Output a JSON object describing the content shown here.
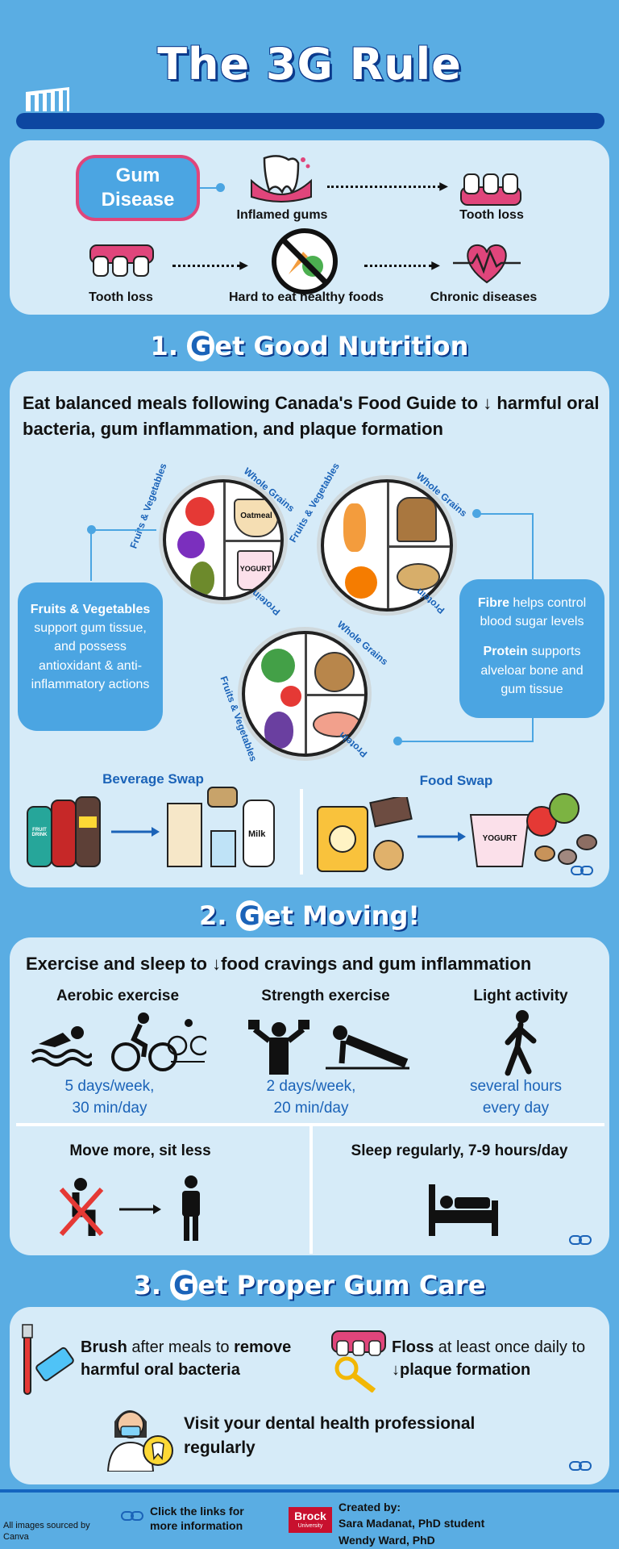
{
  "title": "The 3G Rule",
  "gum_section": {
    "gum_disease_label": "Gum Disease",
    "inflamed_gums": "Inflamed gums",
    "tooth_loss_top": "Tooth loss",
    "tooth_loss_bottom": "Tooth loss",
    "hard_to_eat": "Hard to eat healthy foods",
    "chronic_diseases": "Chronic diseases"
  },
  "nutrition": {
    "heading_num": "1.",
    "heading_g": "G",
    "heading_rest": "et Good Nutrition",
    "intro": "Eat balanced meals following Canada's Food Guide to ↓ harmful oral bacteria, gum inflammation, and plaque formation",
    "plate_labels": {
      "fruits_veg": "Fruits & Vegetables",
      "whole_grains": "Whole Grains",
      "protein": "Protein",
      "oatmeal": "Oatmeal",
      "yogurt": "YOGURT"
    },
    "callout_left_bold": "Fruits & Vegetables",
    "callout_left_rest": "support gum tissue, and possess antioxidant & anti-inflammatory actions",
    "callout_right_fibre_bold": "Fibre",
    "callout_right_fibre_rest": "helps control blood sugar levels",
    "callout_right_protein_bold": "Protein",
    "callout_right_protein_rest": "supports alveloar bone and gum tissue",
    "beverage_swap": "Beverage Swap",
    "food_swap": "Food Swap",
    "milk_label": "Milk",
    "fruit_drink_label": "FRUIT DRINK",
    "yogurt_label": "YOGURT"
  },
  "moving": {
    "heading_num": "2.",
    "heading_g": "G",
    "heading_rest": "et Moving!",
    "intro": "Exercise and sleep to ↓food cravings and gum inflammation",
    "aerobic_title": "Aerobic exercise",
    "aerobic_freq1": "5 days/week,",
    "aerobic_freq2": "30 min/day",
    "strength_title": "Strength exercise",
    "strength_freq1": "2 days/week,",
    "strength_freq2": "20 min/day",
    "light_title": "Light activity",
    "light_freq1": "several hours",
    "light_freq2": "every day",
    "move_more": "Move more, sit less",
    "sleep": "Sleep regularly, 7-9 hours/day"
  },
  "gum_care": {
    "heading_num": "3.",
    "heading_g": "G",
    "heading_rest": "et Proper Gum Care",
    "brush_b1": "Brush",
    "brush_t1": " after meals to ",
    "brush_b2": "remove harmful oral bacteria",
    "floss_b1": "Floss",
    "floss_t1": " at least once daily to ",
    "floss_b2": "↓plaque formation",
    "visit": "Visit your dental health professional regularly"
  },
  "footer": {
    "sourced": "All images sourced by Canva",
    "click_links": "Click the links for more information",
    "brock": "Brock",
    "brock_sub": "University",
    "created_by": "Created by:",
    "author1": "Sara Madanat, PhD student",
    "author2": "Wendy Ward, PhD"
  },
  "colors": {
    "background": "#5aade3",
    "panel": "#d6ebf8",
    "dark_blue": "#0d47a1",
    "accent_blue": "#1b63b8",
    "gum_pink": "#e0457b"
  }
}
